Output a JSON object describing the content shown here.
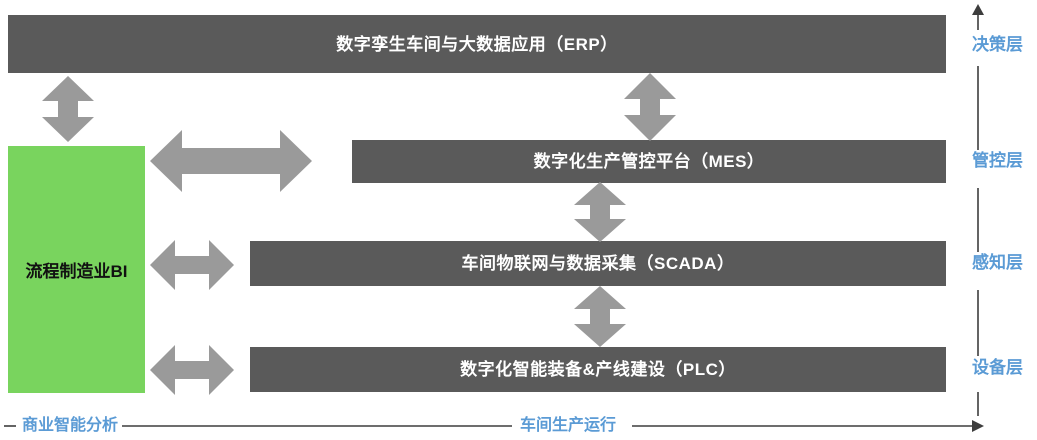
{
  "diagram": {
    "title_bars": [
      {
        "id": "erp",
        "label": "数字孪生车间与大数据应用（ERP）"
      },
      {
        "id": "mes",
        "label": "数字化生产管控平台（MES）"
      },
      {
        "id": "scada",
        "label": "车间物联网与数据采集（SCADA）"
      },
      {
        "id": "plc",
        "label": "数字化智能装备&产线建设（PLC）"
      }
    ],
    "side_box": {
      "id": "bi",
      "label": "流程制造业BI"
    },
    "tier_labels": [
      {
        "id": "decision",
        "label": "决策层"
      },
      {
        "id": "control",
        "label": "管控层"
      },
      {
        "id": "perception",
        "label": "感知层"
      },
      {
        "id": "equipment",
        "label": "设备层"
      }
    ],
    "axis_captions": [
      {
        "id": "bi-axis",
        "label": "商业智能分析"
      },
      {
        "id": "production-axis",
        "label": "车间生产运行"
      }
    ],
    "connectors": [
      {
        "id": "erp-bi",
        "kind": "vertical-double-arrow"
      },
      {
        "id": "erp-mes",
        "kind": "vertical-double-arrow"
      },
      {
        "id": "bi-mes",
        "kind": "horizontal-double-arrow"
      },
      {
        "id": "mes-scada",
        "kind": "vertical-double-arrow"
      },
      {
        "id": "bi-scada",
        "kind": "horizontal-double-arrow"
      },
      {
        "id": "scada-plc",
        "kind": "vertical-double-arrow"
      },
      {
        "id": "bi-plc",
        "kind": "horizontal-double-arrow"
      }
    ],
    "colors": {
      "bar_fill": "#5a5a5a",
      "bar_text": "#ffffff",
      "green_fill": "#79d45e",
      "green_text": "#111111",
      "arrow_fill": "#9a9a9a",
      "tier_label": "#5b9bd5",
      "axis_line": "#3d3d3d"
    }
  }
}
